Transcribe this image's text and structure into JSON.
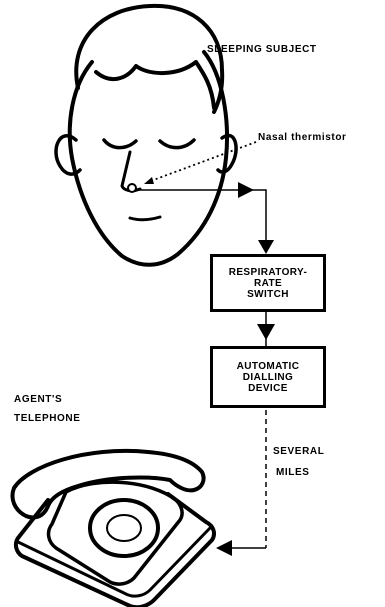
{
  "labels": {
    "subject": "SLEEPING SUBJECT",
    "thermistor": "Nasal thermistor",
    "agent_line1": "AGENT'S",
    "agent_line2": "TELEPHONE",
    "distance_line1": "SEVERAL",
    "distance_line2": "MILES"
  },
  "boxes": {
    "switch": {
      "line1": "RESPIRATORY-",
      "line2": "RATE",
      "line3": "SWITCH"
    },
    "dialler": {
      "line1": "AUTOMATIC",
      "line2": "DIALLING",
      "line3": "DEVICE"
    }
  }
}
